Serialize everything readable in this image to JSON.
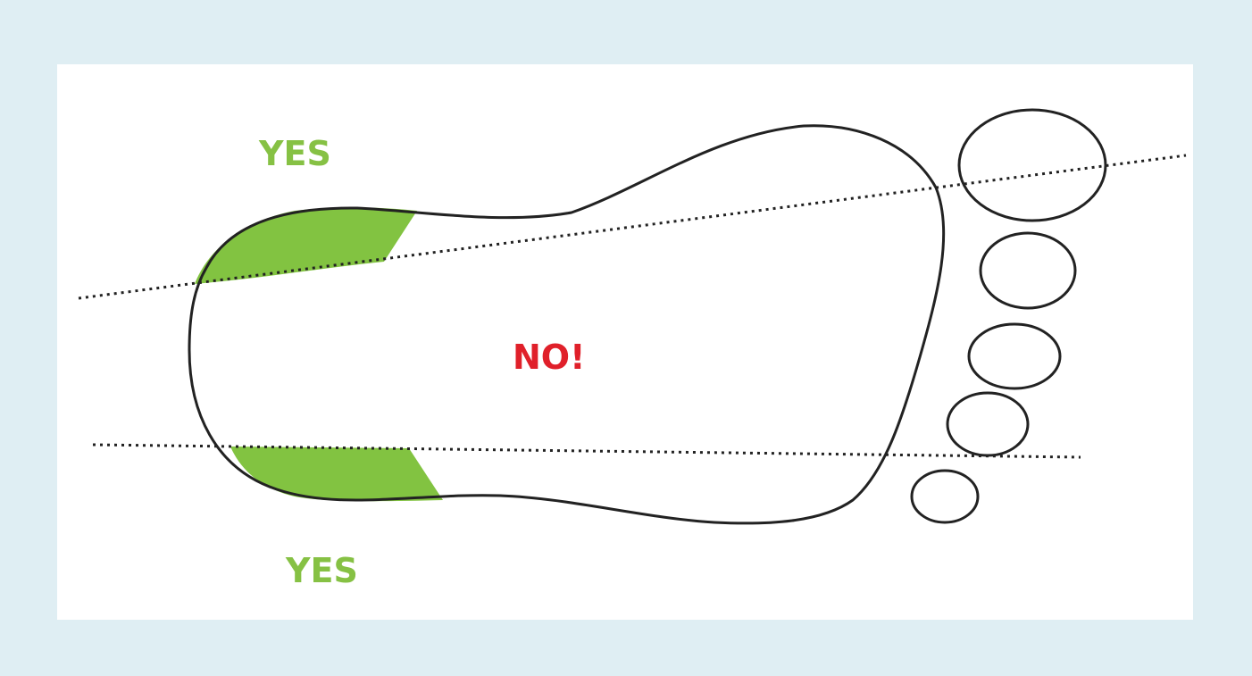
{
  "labels": {
    "top": "YES",
    "middle": "NO!",
    "bottom": "YES"
  },
  "colors": {
    "frame_background": "#dfeef3",
    "panel_background": "#ffffff",
    "yes_text": "#86c144",
    "yes_fill": "#82c341",
    "no_text": "#e0202a",
    "outline": "#222222"
  },
  "toes": {
    "count": 5
  }
}
